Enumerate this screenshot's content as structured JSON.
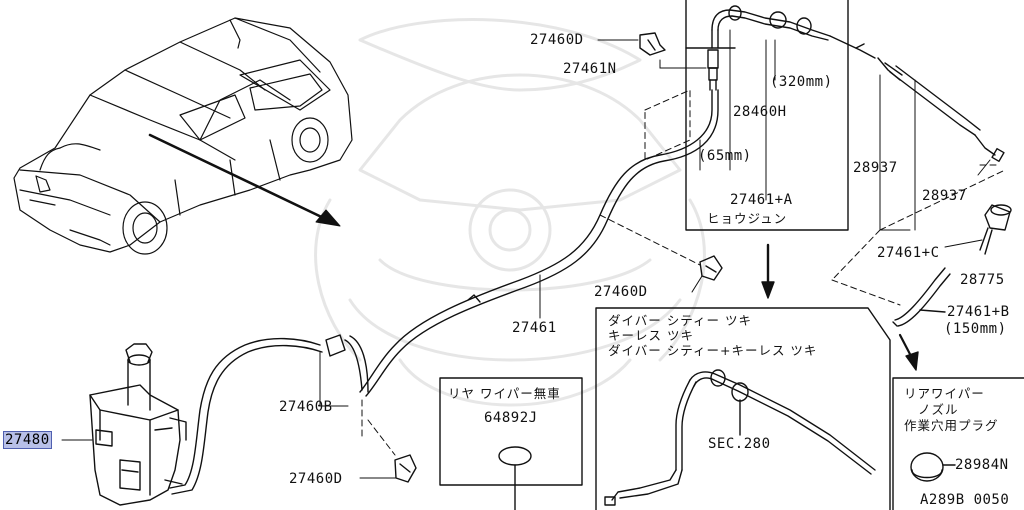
{
  "labels": {
    "p27460D_top": "27460D",
    "p27461N": "27461N",
    "p320mm": "(320mm)",
    "p28460H": "28460H",
    "p65mm": "(65mm)",
    "p27461A": "27461+A",
    "hyoujun": "ヒョウジュン",
    "p28937_a": "28937",
    "p28937_b": "28937",
    "p27461C": "27461+C",
    "p28775": "28775",
    "p27461B": "27461+B",
    "p150mm": "(150mm)",
    "p27460D_mid": "27460D",
    "p27461": "27461",
    "p27460B": "27460B",
    "p27480": "27480",
    "p27460D_bot": "27460D",
    "sec280": "SEC.280",
    "p28984N": "28984N",
    "diagram_code": "A289B 0050"
  },
  "boxes": {
    "variant": {
      "line1": "ダイバー シティー ツキ",
      "line2": "キーレス ツキ",
      "line3": "ダイバー シティー+キーレス ツキ"
    },
    "rear_wiper": {
      "line1": "リヤ ワイパー無車",
      "part": "64892J"
    },
    "plug": {
      "line1": "リアワイパー",
      "line2": "ノズル",
      "line3": "作業穴用プラグ"
    }
  },
  "highlight_color": "#b8c0e8"
}
